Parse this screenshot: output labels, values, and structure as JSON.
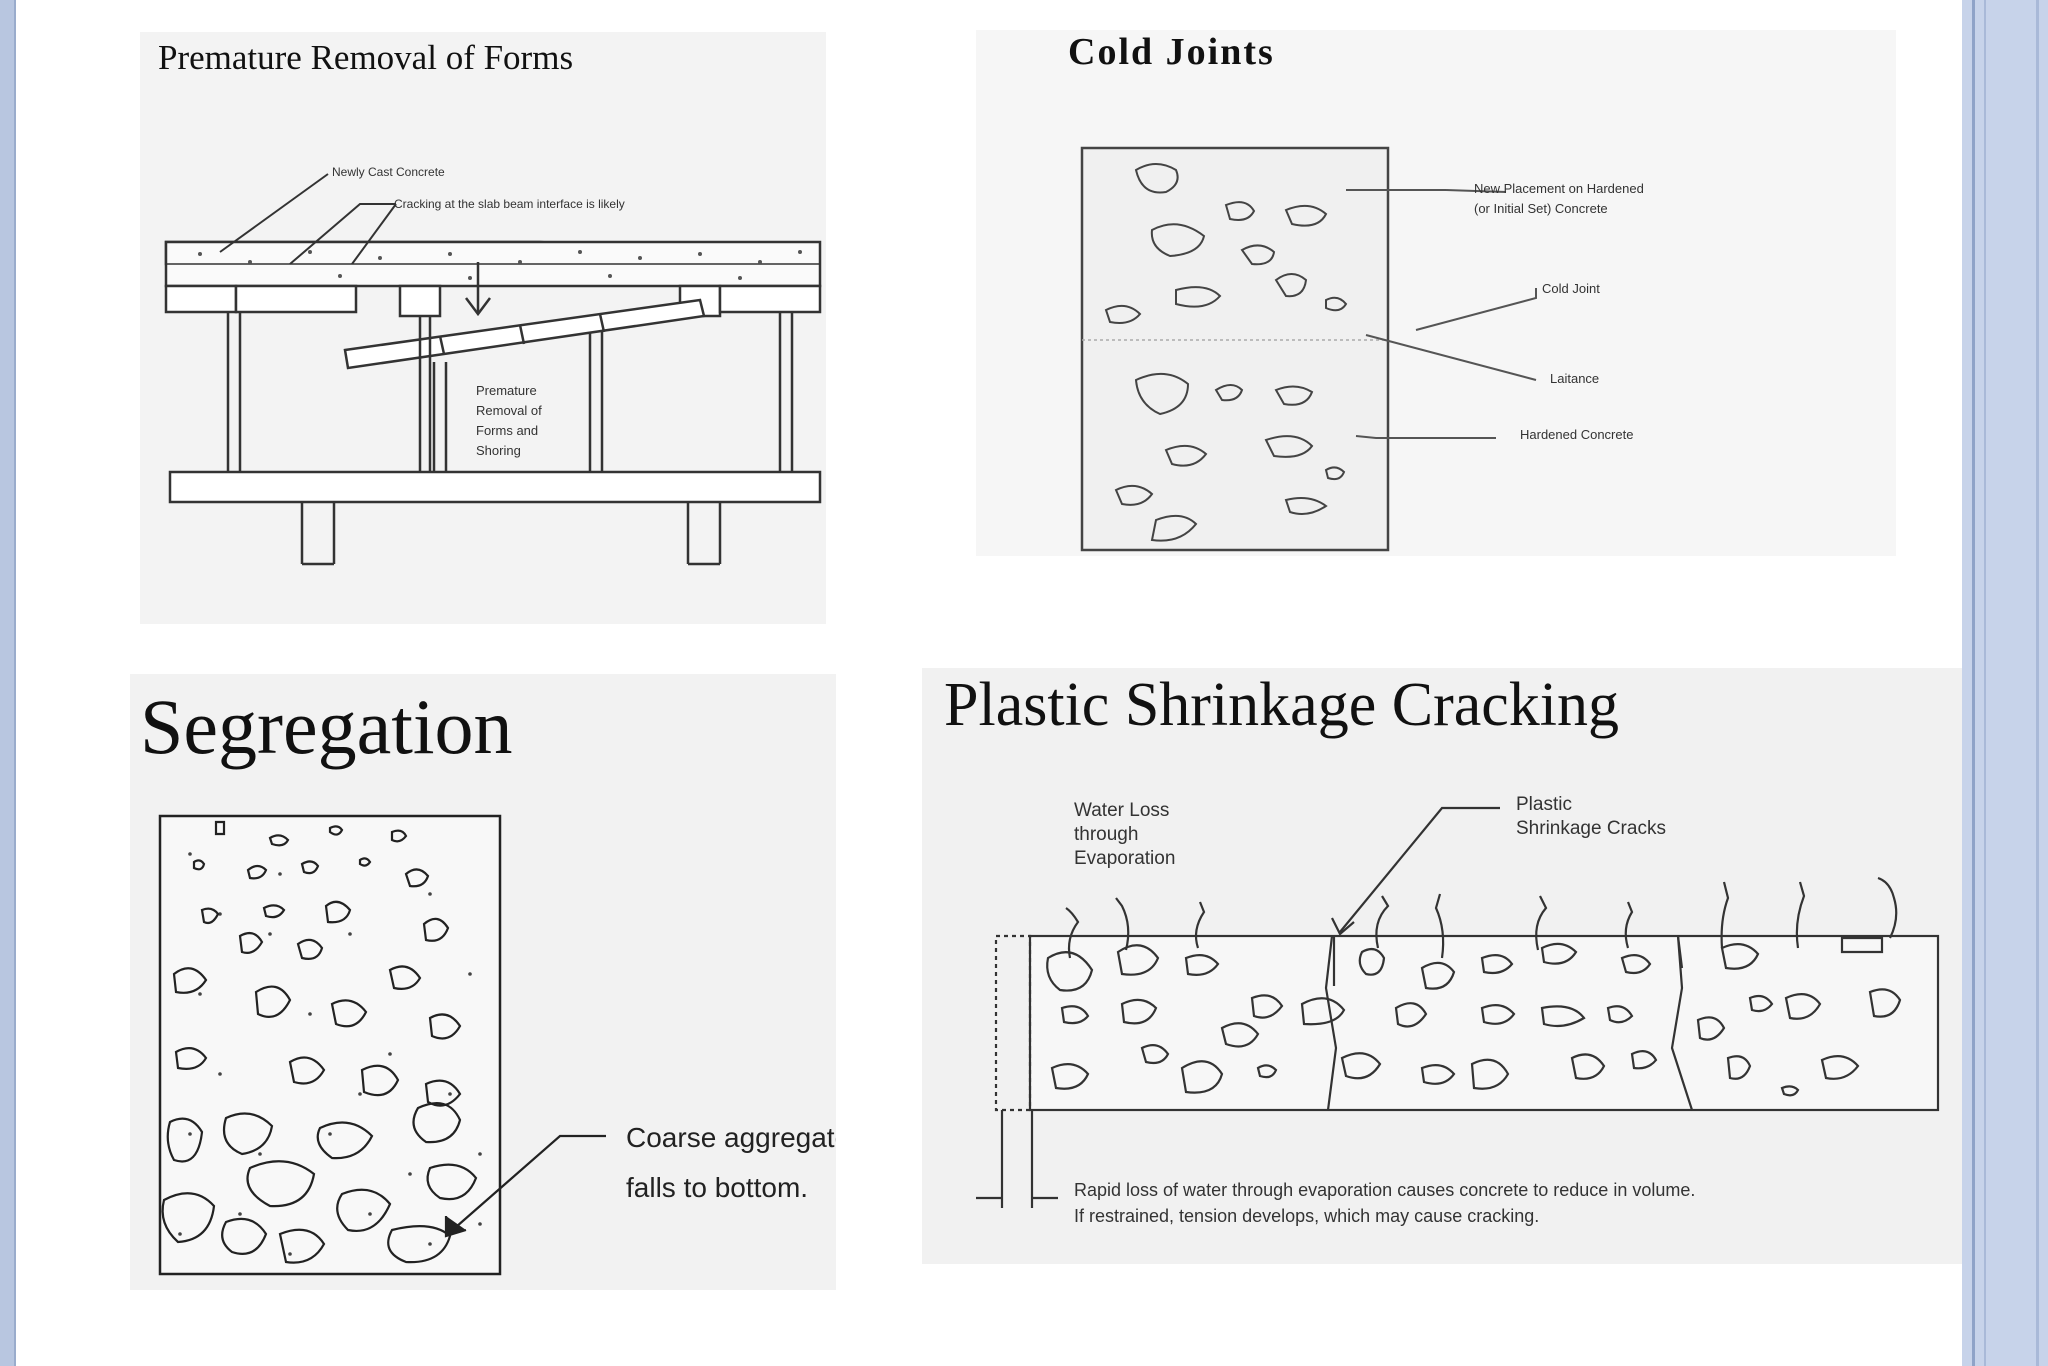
{
  "slide": {
    "accent_color": "#b8c6e0"
  },
  "panels": {
    "forms": {
      "title": "Premature Removal of Forms",
      "labels": {
        "newly_cast": "Newly Cast Concrete",
        "cracking": "Cracking at the slab beam interface is likely",
        "premature_1": "Premature",
        "premature_2": "Removal of",
        "premature_3": "Forms and",
        "premature_4": "Shoring"
      }
    },
    "cold_joints": {
      "title": "Cold Joints",
      "labels": {
        "new_placement_1": "New Placement on Hardened",
        "new_placement_2": "(or Initial Set) Concrete",
        "cold_joint": "Cold Joint",
        "laitance": "Laitance",
        "hardened": "Hardened Concrete"
      }
    },
    "segregation": {
      "title": "Segregation",
      "labels": {
        "coarse_1": "Coarse aggregate",
        "coarse_2": "falls to bottom."
      }
    },
    "shrinkage": {
      "title": "Plastic Shrinkage Cracking",
      "labels": {
        "water_1": "Water Loss",
        "water_2": "through",
        "water_3": "Evaporation",
        "plastic_1": "Plastic",
        "plastic_2": "Shrinkage Cracks",
        "caption_1": "Rapid loss of water through evaporation causes concrete to reduce in volume.",
        "caption_2": "If restrained, tension develops, which may cause cracking."
      }
    }
  }
}
